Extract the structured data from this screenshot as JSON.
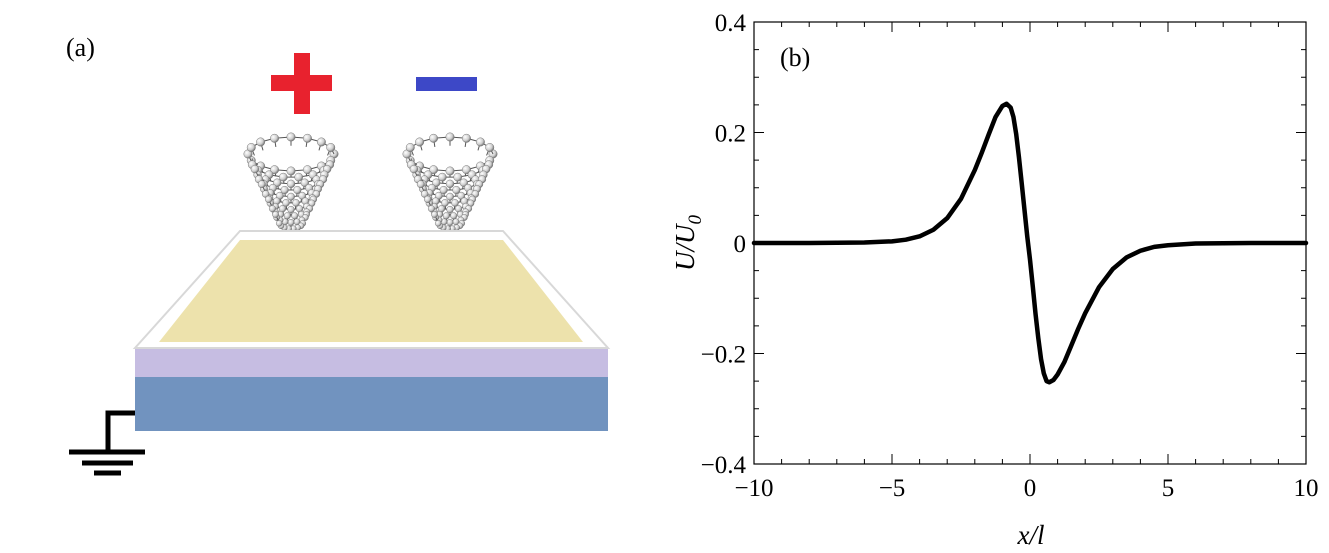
{
  "panel_a": {
    "label": "(a)",
    "plus_sign_color": "#e8222e",
    "minus_sign_color": "#3d48c7",
    "nanotube_icon": "carbon-nanotube-icon",
    "top_plate_color": "#ede2ac",
    "middle_layer_color": "#c6bde2",
    "substrate_color": "#7193bf",
    "ground_icon": "ground-symbol-icon"
  },
  "chart_data": {
    "type": "line",
    "panel_label": "(b)",
    "xlabel": "x/l",
    "ylabel_main": "U/U",
    "ylabel_sub": "0",
    "xlim": [
      -10,
      10
    ],
    "ylim": [
      -0.4,
      0.4
    ],
    "x_ticks": [
      -10,
      -5,
      0,
      5,
      10
    ],
    "x_tick_labels": [
      "−10",
      "−5",
      "0",
      "5",
      "10"
    ],
    "y_ticks": [
      -0.4,
      -0.2,
      0,
      0.2,
      0.4
    ],
    "y_tick_labels": [
      "−0.4",
      "−0.2",
      "0",
      "0.2",
      "0.4"
    ],
    "grid": false,
    "line_color": "#000000",
    "series": [
      {
        "x": [
          -10,
          -8,
          -6,
          -5,
          -4.5,
          -4,
          -3.5,
          -3,
          -2.5,
          -2,
          -1.75,
          -1.5,
          -1.25,
          -1,
          -0.85,
          -0.7,
          -0.6,
          -0.5,
          -0.4,
          -0.3,
          -0.2,
          -0.1,
          0,
          0.1,
          0.2,
          0.3,
          0.4,
          0.5,
          0.6,
          0.7,
          0.85,
          1,
          1.25,
          1.5,
          1.75,
          2,
          2.5,
          3,
          3.5,
          4,
          4.5,
          5,
          6,
          8,
          10
        ],
        "y": [
          0,
          0,
          0.001,
          0.003,
          0.006,
          0.012,
          0.024,
          0.045,
          0.08,
          0.132,
          0.163,
          0.196,
          0.228,
          0.248,
          0.252,
          0.245,
          0.228,
          0.197,
          0.155,
          0.108,
          0.06,
          0.012,
          -0.03,
          -0.078,
          -0.128,
          -0.172,
          -0.21,
          -0.236,
          -0.25,
          -0.252,
          -0.248,
          -0.238,
          -0.215,
          -0.185,
          -0.155,
          -0.127,
          -0.08,
          -0.047,
          -0.026,
          -0.014,
          -0.007,
          -0.004,
          -0.001,
          0,
          0
        ]
      }
    ]
  }
}
